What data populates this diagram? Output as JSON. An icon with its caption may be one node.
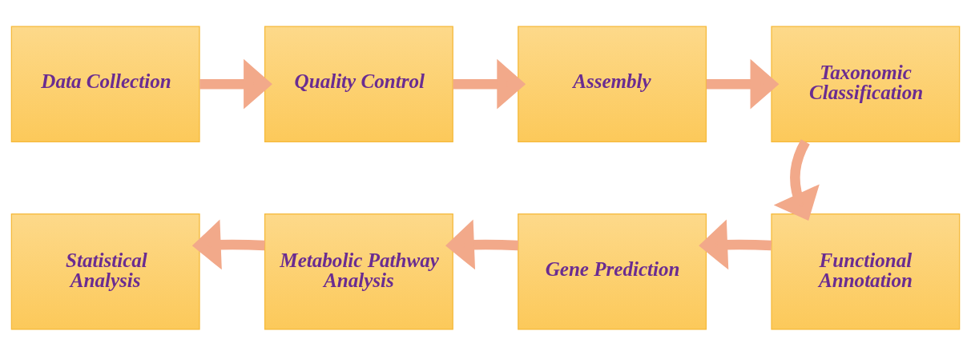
{
  "diagram": {
    "nodes": [
      {
        "text": [
          "Data Collection"
        ]
      },
      {
        "text": [
          "Quality Control"
        ]
      },
      {
        "text": [
          "Assembly"
        ]
      },
      {
        "text": [
          "Taxonomic Classification"
        ]
      },
      {
        "text": [
          "Functional Annotation"
        ]
      },
      {
        "text": [
          "Gene Prediction"
        ]
      },
      {
        "text": [
          "Metabolic Pathway Analysis"
        ]
      },
      {
        "text": [
          "Statistical Analysis"
        ]
      }
    ],
    "edges": [
      {
        "from": 0,
        "to": 1,
        "arrow": "to"
      },
      {
        "from": 1,
        "to": 2,
        "arrow": "to"
      },
      {
        "from": 2,
        "to": 3,
        "arrow": "to"
      },
      {
        "from": 3,
        "to": 4,
        "arrow": "to"
      },
      {
        "from": 4,
        "to": 5,
        "arrow": "to"
      },
      {
        "from": 5,
        "to": 6,
        "arrow": "to"
      },
      {
        "from": 6,
        "to": 7,
        "arrow": "to"
      }
    ]
  }
}
